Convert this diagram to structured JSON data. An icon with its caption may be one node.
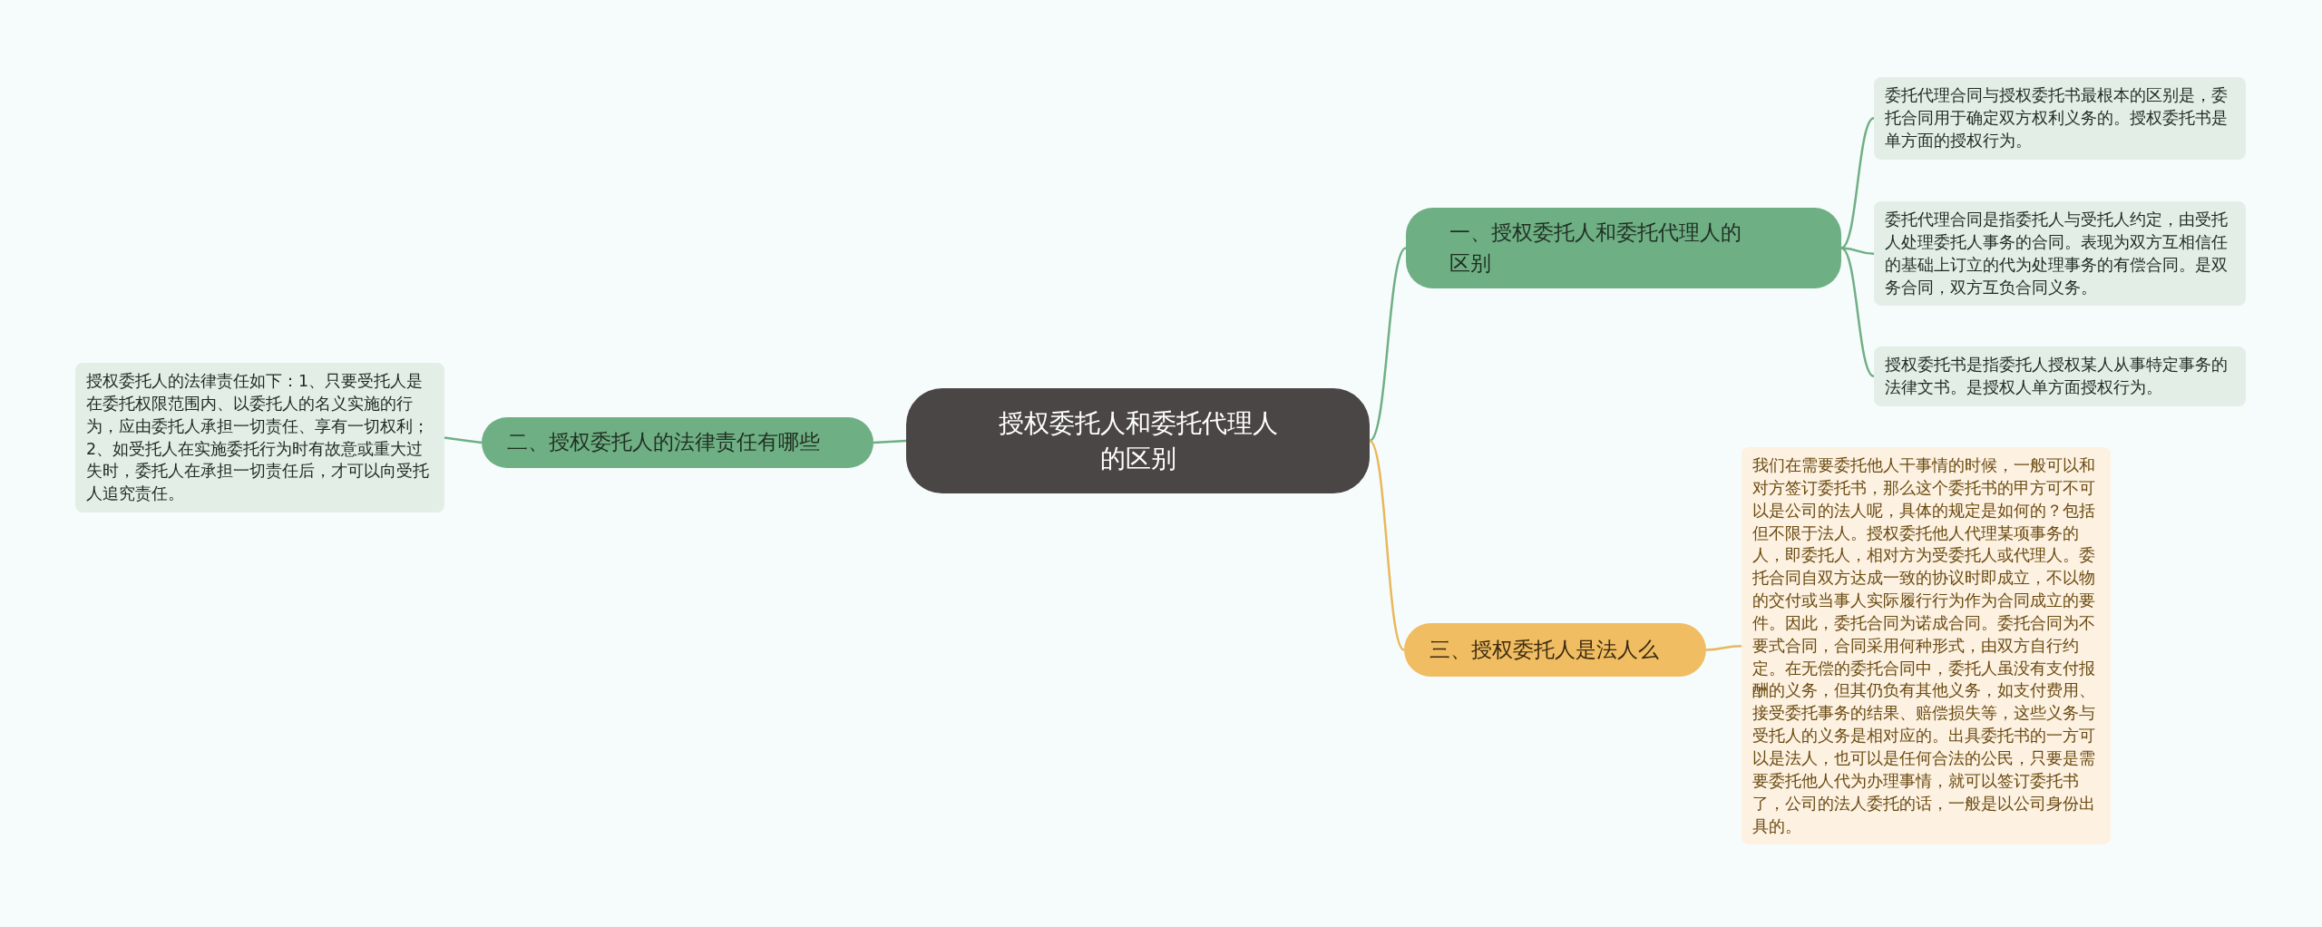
{
  "diagram": {
    "nodes": [
      {
        "text": [
          "授权委托人和委托代理人的区别"
        ]
      },
      {
        "text": [
          "一、授权委托人和委托代理人的区别"
        ]
      },
      {
        "text": [
          "委托代理合同与授权委托书最根本的区别是，委托合同用于确定双方权利义务的。授权委托书是单方面的授权行为。"
        ]
      },
      {
        "text": [
          "委托代理合同是指委托人与受托人约定，由受托人处理委托人事务的合同。表现为双方互相信任的基础上订立的代为处理事务的有偿合同。是双务合同，双方互负合同义务。"
        ]
      },
      {
        "text": [
          "授权委托书是指委托人授权某人从事特定事务的法律文书。是授权人单方面授权行为。"
        ]
      },
      {
        "text": [
          "二、授权委托人的法律责任有哪些"
        ]
      },
      {
        "text": [
          "授权委托人的法律责任如下：1、只要受托人是在委托权限范围内、以委托人的名义实施的行为，应由委托人承担一切责任、享有一切权利；2、如受托人在实施委托行为时有故意或重大过失时，委托人在承担一切责任后，才可以向受托人追究责任。"
        ]
      },
      {
        "text": [
          "三、授权委托人是法人么"
        ]
      },
      {
        "text": [
          "我们在需要委托他人干事情的时候，一般可以和对方签订委托书，那么这个委托书的甲方可不可以是公司的法人呢，具体的规定是如何的？包括但不限于法人。授权委托他人代理某项事务的人，即委托人，相对方为受委托人或代理人。委托合同自双方达成一致的协议时即成立，不以物的交付或当事人实际履行行为作为合同成立的要件。因此，委托合同为诺成合同。委托合同为不要式合同，合同采用何种形式，由双方自行约定。在无偿的委托合同中，委托人虽没有支付报酬的义务，但其仍负有其他义务，如支付费用、接受委托事务的结果、赔偿损失等，这些义务与受托人的义务是相对应的。出具委托书的一方可以是法人，也可以是任何合法的公民，只要是需要委托他人代为办理事情，就可以签订委托书了，公司的法人委托的话，一般是以公司身份出具的。"
        ]
      }
    ],
    "edges": [
      {
        "from": 0,
        "to": 1,
        "arrow": "none"
      },
      {
        "from": 1,
        "to": 2,
        "arrow": "none"
      },
      {
        "from": 1,
        "to": 3,
        "arrow": "none"
      },
      {
        "from": 1,
        "to": 4,
        "arrow": "none"
      },
      {
        "from": 0,
        "to": 5,
        "arrow": "none"
      },
      {
        "from": 5,
        "to": 6,
        "arrow": "none"
      },
      {
        "from": 0,
        "to": 7,
        "arrow": "none",
        "color": "#e8b85c"
      },
      {
        "from": 7,
        "to": 8,
        "arrow": "none",
        "color": "#e8b85c"
      }
    ]
  }
}
